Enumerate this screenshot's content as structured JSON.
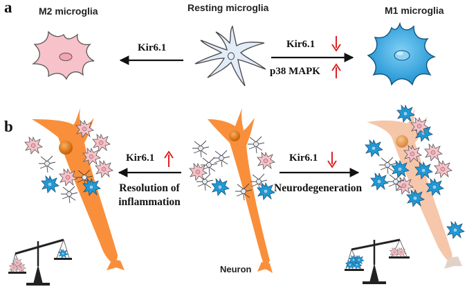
{
  "panels": {
    "a": "a",
    "b": "b"
  },
  "panel_a": {
    "m2_title": "M2 microglia",
    "resting_title": "Resting microglia",
    "m1_title": "M1 microglia",
    "left_arrow_label": "Kir6.1",
    "right_arrow_label_top": "Kir6.1",
    "right_arrow_label_bottom": "p38 MAPK",
    "kir_right_trend": "down",
    "p38_trend": "up"
  },
  "panel_b": {
    "left_label": "Kir6.1",
    "left_trend": "up",
    "left_outcome_line1": "Resolution of",
    "left_outcome_line2": "inflammation",
    "right_label": "Kir6.1",
    "right_trend": "down",
    "right_outcome": "Neurodegeneration",
    "neuron_label": "Neuron"
  },
  "colors": {
    "m2_fill": "#f7c2c9",
    "m1_fill": "#1e9ad6",
    "resting_fill": "#e2ebf8",
    "neuron": "#f98f3b",
    "trend_arrow": "#e02020"
  }
}
